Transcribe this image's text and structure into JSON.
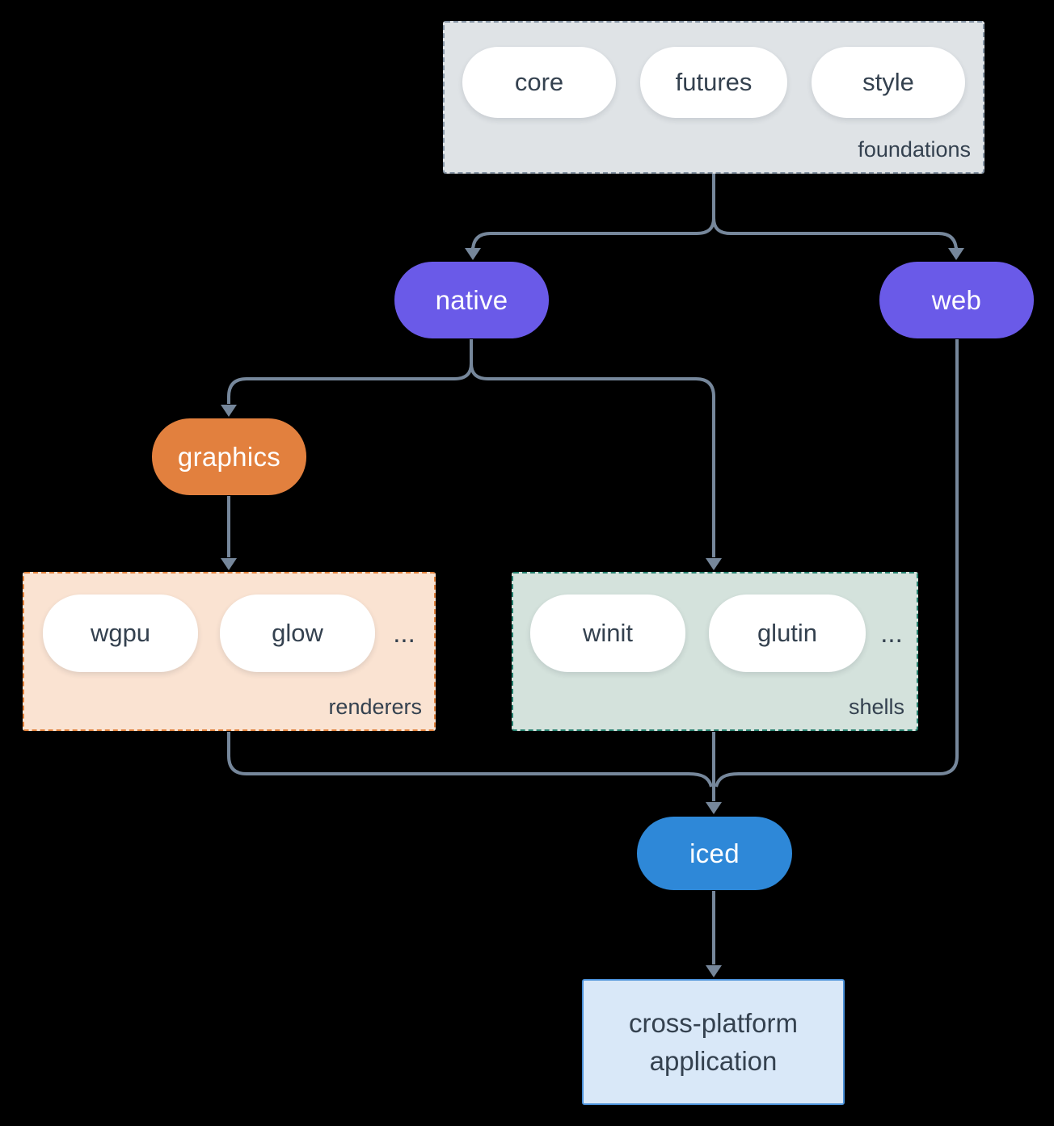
{
  "diagram": {
    "groups": {
      "foundations": {
        "label": "foundations",
        "items": [
          "core",
          "futures",
          "style"
        ]
      },
      "renderers": {
        "label": "renderers",
        "items": [
          "wgpu",
          "glow"
        ],
        "ellipsis": "..."
      },
      "shells": {
        "label": "shells",
        "items": [
          "winit",
          "glutin"
        ],
        "ellipsis": "..."
      }
    },
    "nodes": {
      "native": {
        "label": "native"
      },
      "web": {
        "label": "web"
      },
      "graphics": {
        "label": "graphics"
      },
      "iced": {
        "label": "iced"
      },
      "application": {
        "line1": "cross-platform",
        "line2": "application"
      }
    },
    "colors": {
      "background": "#000000",
      "connector": "#76879b",
      "purple_node": "#6a5ae8",
      "orange_node": "#e2803e",
      "blue_node": "#2e88d8",
      "foundations_fill": "#dfe3e6",
      "foundations_border": "#8695a5",
      "renderers_fill": "#fae3d2",
      "renderers_border": "#e0813c",
      "shells_fill": "#d4e2dc",
      "shells_border": "#26806e",
      "application_fill": "#d9e8f8",
      "application_border": "#4a90d8",
      "dark_text": "#34414f"
    }
  }
}
